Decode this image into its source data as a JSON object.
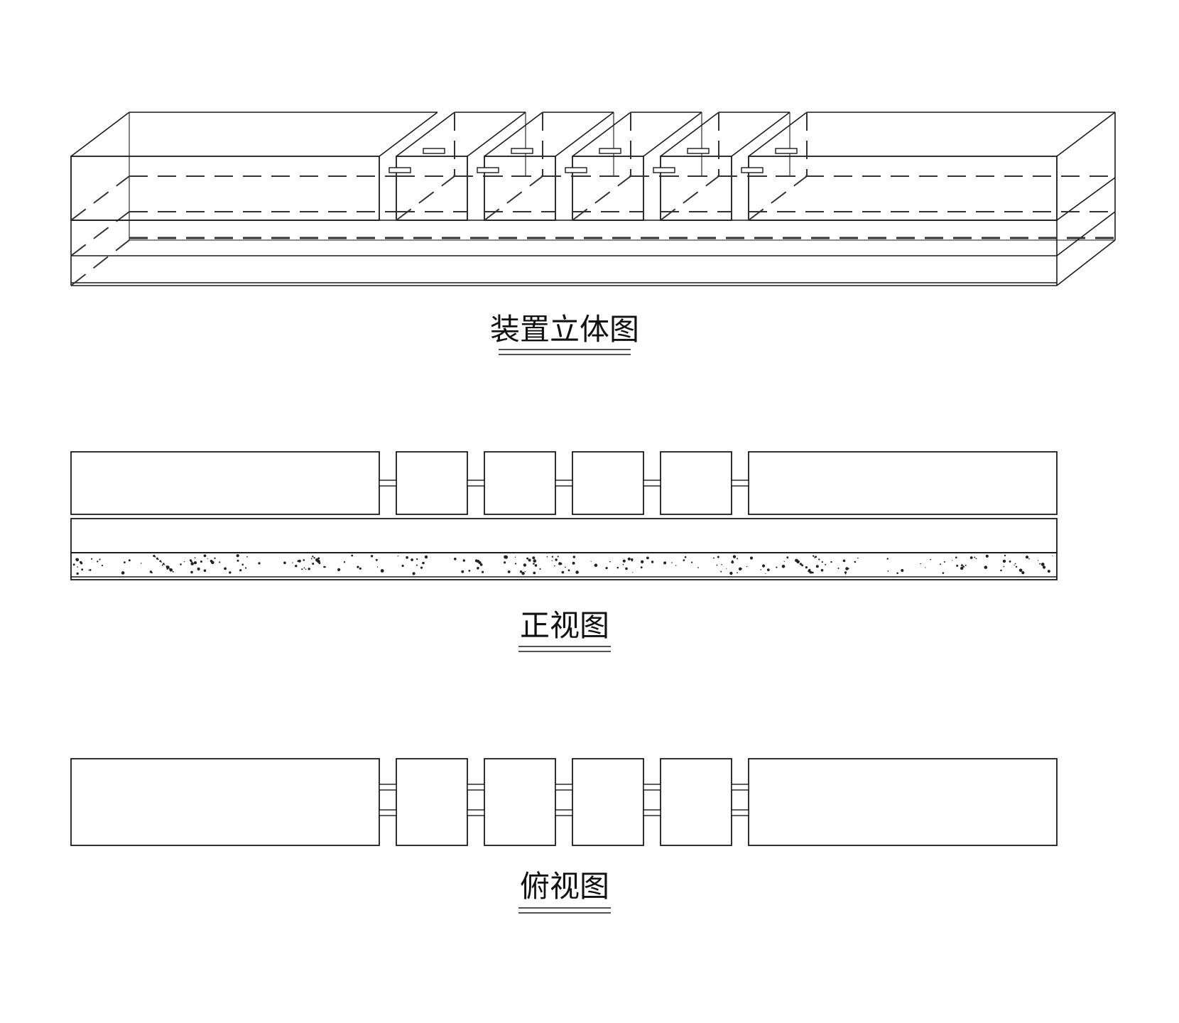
{
  "captions": {
    "isometric": "装置立体图",
    "front": "正视图",
    "top": "俯视图"
  },
  "colors": {
    "line": "#1a1a1a",
    "background": "#ffffff"
  }
}
